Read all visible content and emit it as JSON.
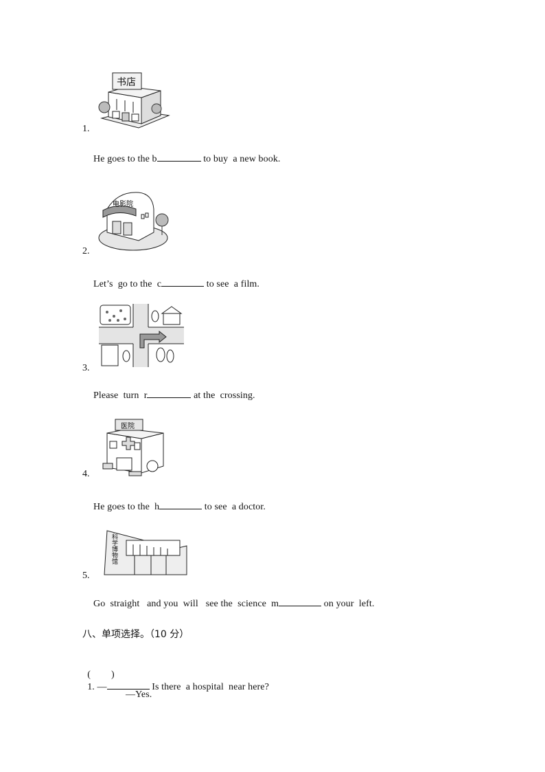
{
  "items": [
    {
      "number": "1.",
      "image": "bookstore-icon",
      "sign_text": "书店",
      "before": "He goes to the b",
      "after": " to buy  a new book."
    },
    {
      "number": "2.",
      "image": "cinema-icon",
      "sign_text": "电影院",
      "before": "Let’s  go to the  c",
      "after": " to see  a film."
    },
    {
      "number": "3.",
      "image": "crossing-map-icon",
      "sign_text": "",
      "before": "Please  turn  r",
      "after": " at the  crossing."
    },
    {
      "number": "4.",
      "image": "hospital-icon",
      "sign_text": "医院",
      "before": "He goes to the  h",
      "after": " to see  a doctor."
    },
    {
      "number": "5.",
      "image": "science-museum-icon",
      "sign_text": "科学博物馆",
      "before": "Go  straight   and you  will   see the  science  m",
      "after": " on your  left."
    }
  ],
  "section": {
    "heading": "八、单项选择。（10 分）"
  },
  "question1": {
    "paren_open": "(",
    "paren_close": ")",
    "number": "1. —",
    "text": " Is there  a hospital  near here?",
    "answer": "—Yes."
  }
}
